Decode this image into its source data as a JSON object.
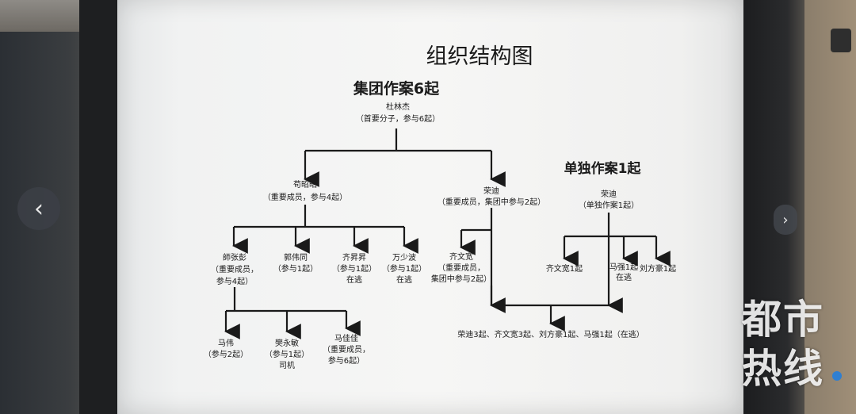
{
  "title": "组织结构图",
  "group_heading": "集团作案6起",
  "solo_heading": "单独作案1起",
  "nodes": {
    "dulinjie": {
      "name": "杜林杰",
      "note": "（首要分子，参与6起）"
    },
    "shuaizhaozhao": {
      "name": "苟昭昭",
      "note": "（重要成员，参与4起）"
    },
    "rongdi": {
      "name": "荣迪",
      "note": "（重要成员，集团中参与2起）"
    },
    "shizhangpeng": {
      "name": "師张彭",
      "line2": "（重要成员，",
      "line3": "参与4起）"
    },
    "guoweigang": {
      "name": "郭伟同",
      "note": "（参与1起）"
    },
    "qishengsheng": {
      "name": "齐昇昇",
      "note": "（参与1起）",
      "status": "在逃"
    },
    "wanshaobo": {
      "name": "万少波",
      "note": "（参与1起）",
      "status": "在逃"
    },
    "qiwenkuan": {
      "name": "齐文宽",
      "line2": "（重要成员，",
      "line3": "集团中参与2起）"
    },
    "mawei": {
      "name": "马伟",
      "note": "（参与2起）"
    },
    "fanyongmin": {
      "name": "樊永敏",
      "note": "（参与1起）",
      "role": "司机"
    },
    "majiajia": {
      "name": "马佳佳",
      "line2": "（重要成员，",
      "line3": "参与6起）"
    },
    "rongdi_solo": {
      "name": "荣迪",
      "note": "（单独作案1起）"
    },
    "solo_qiwenkuan": {
      "label": "齐文宽1起"
    },
    "solo_maqiang": {
      "name": "马强1起",
      "status": "在逃"
    },
    "solo_liufanghao": {
      "label": "刘方豪1起"
    }
  },
  "summary": "荣迪3起、齐文宽3起、刘方豪1起、马强1起（在逃）",
  "watermark": [
    "都市",
    "热线"
  ],
  "colors": {
    "screen": "#f4f4f3",
    "ink": "#1a1a1a"
  }
}
